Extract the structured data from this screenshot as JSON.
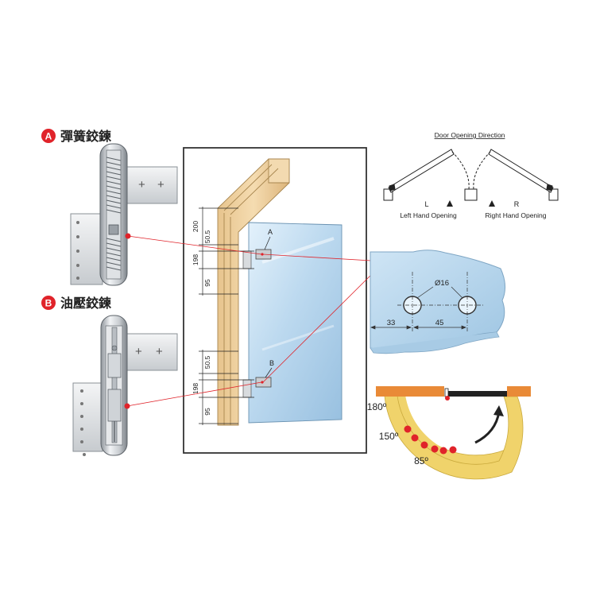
{
  "hinge_a": {
    "badge": "A",
    "title": "彈簧鉸鍊"
  },
  "hinge_b": {
    "badge": "B",
    "title": "油壓鉸鍊"
  },
  "door_diagram": {
    "dims_top": [
      "200",
      "50.5",
      "198",
      "95"
    ],
    "dims_bottom": [
      "50.5",
      "198",
      "95"
    ],
    "point_a": "A",
    "point_b": "B"
  },
  "opening_direction": {
    "title": "Door Opening Direction",
    "left_letter": "L",
    "right_letter": "R",
    "left_label": "Left Hand Opening",
    "right_label": "Right Hand Opening"
  },
  "glass_detail": {
    "hole_diameter": "Ø16",
    "dim_edge": "33",
    "dim_spacing": "45"
  },
  "angle_arc": {
    "angles": [
      "180º",
      "150º",
      "85º"
    ]
  },
  "colors": {
    "accent_red": "#e0232a",
    "wood": "#efd3a6",
    "glass": "#bcd9ef",
    "arc_fill": "#f0d36b",
    "frame_orange": "#e98a37"
  }
}
